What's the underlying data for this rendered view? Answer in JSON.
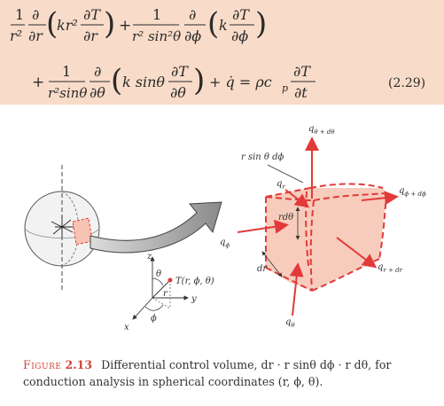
{
  "equation": {
    "line1": {
      "term1": {
        "coef_num": "1",
        "coef_den": "r²",
        "deriv_num": "∂",
        "deriv_den": "∂r",
        "inner": "kr²",
        "inner_num": "∂T",
        "inner_den": "∂r"
      },
      "plus": "+",
      "term2": {
        "coef_num": "1",
        "coef_den": "r² sin²θ",
        "deriv_num": "∂",
        "deriv_den": "∂ϕ",
        "inner": "k",
        "inner_num": "∂T",
        "inner_den": "∂ϕ"
      }
    },
    "line2": {
      "plus": "+",
      "term3": {
        "coef_num": "1",
        "coef_den": "r²sinθ",
        "deriv_num": "∂",
        "deriv_den": "∂θ",
        "inner": "k sinθ",
        "inner_num": "∂T",
        "inner_den": "∂θ"
      },
      "gen": "+ q̇ = ρc",
      "gen_sub": "p",
      "rhs_num": "∂T",
      "rhs_den": "∂t"
    },
    "number": "(2.29)"
  },
  "figure": {
    "labels": {
      "q_theta_dtheta": "q",
      "q_theta_dtheta_sub": "θ + dθ",
      "r_sin_dphi": "r sin θ dϕ",
      "q_r": "q",
      "q_r_sub": "r",
      "q_phi_dphi": "q",
      "q_phi_dphi_sub": "ϕ + dϕ",
      "r_dtheta": "rdθ",
      "q_phi": "q",
      "q_phi_sub": "ϕ",
      "dr": "dr",
      "q_r_dr": "q",
      "q_r_dr_sub": "r + dr",
      "q_theta": "q",
      "q_theta_sub": "θ",
      "axis_z": "z",
      "axis_y": "y",
      "axis_x": "x",
      "point": "T(r, ϕ, θ)",
      "theta": "θ",
      "r": "r",
      "phi": "ϕ"
    }
  },
  "caption": {
    "label": "Figure",
    "number": "2.13",
    "text": "Differential control volume, dr · r sinθ dϕ · r dθ, for conduction analysis in spherical coordinates (r, ϕ, θ)."
  }
}
